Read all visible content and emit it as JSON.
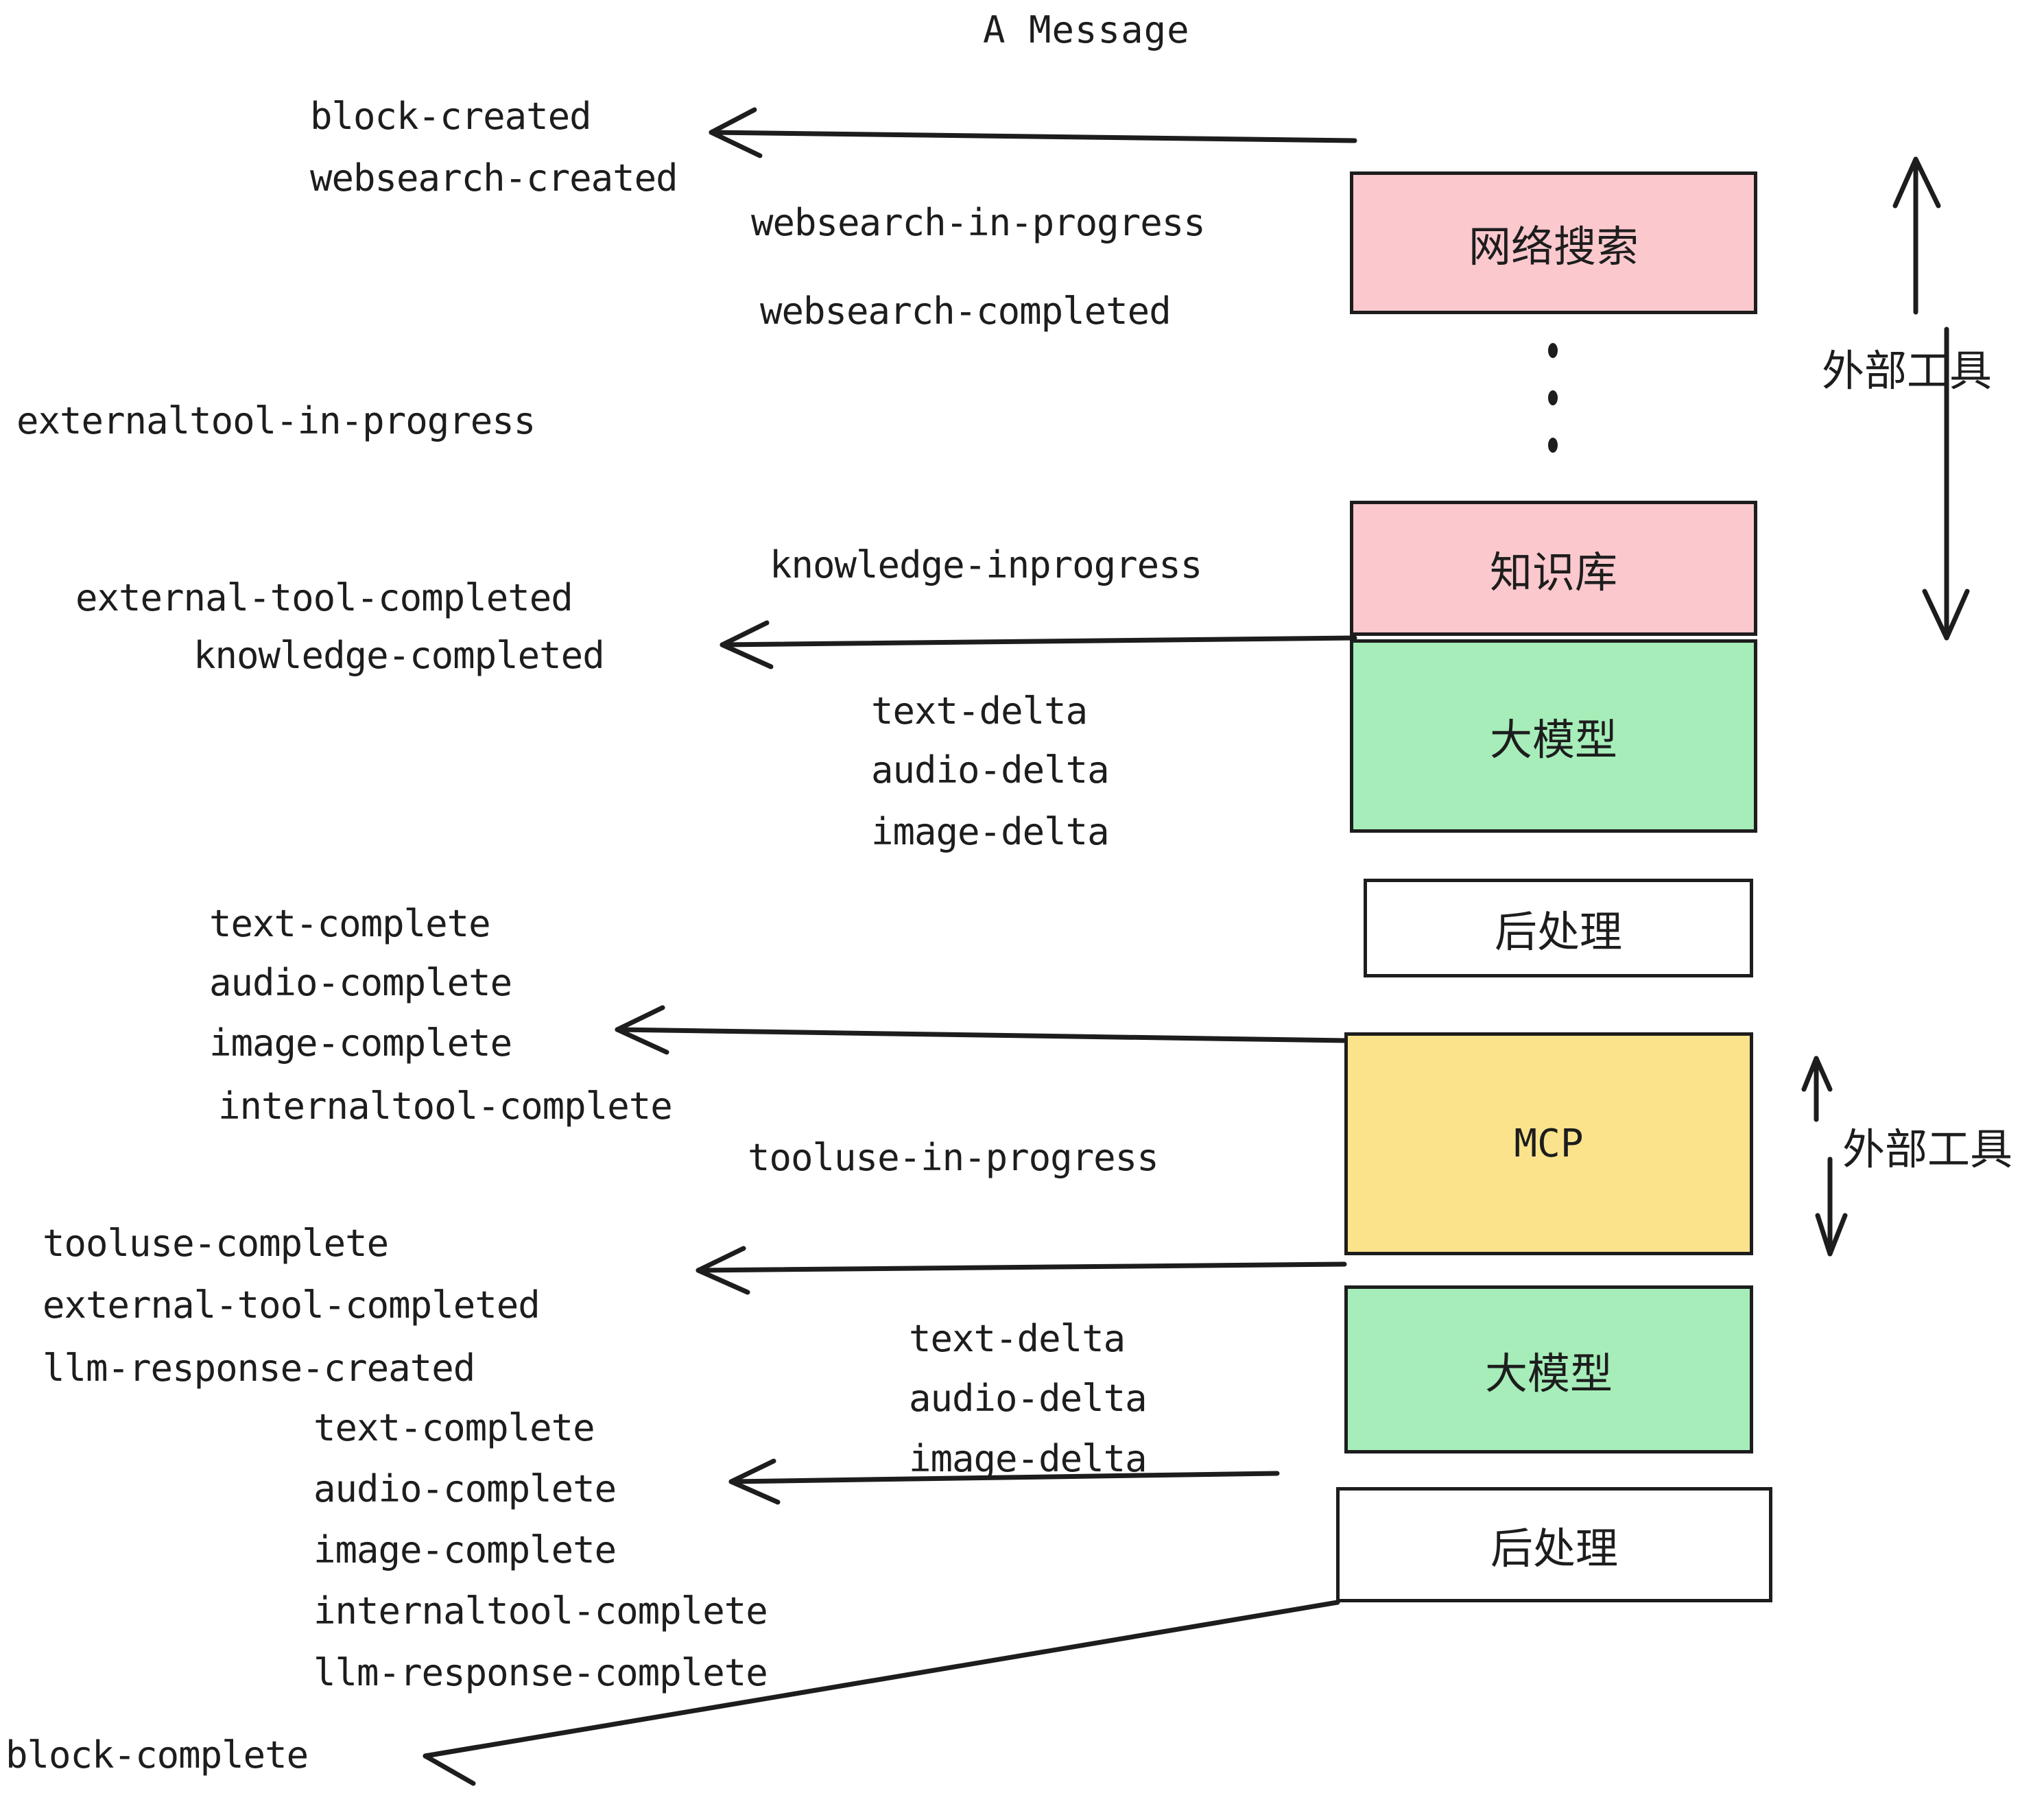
{
  "diagram": {
    "title": "A Message",
    "side_annotations": [
      {
        "label": "外部工具"
      },
      {
        "label": "外部工具"
      }
    ],
    "boxes": [
      {
        "id": "websearch",
        "label": "网络搜索",
        "color": "#fac8cd",
        "border": "#1d1d1d"
      },
      {
        "id": "knowledge",
        "label": "知识库",
        "color": "#fac8cd",
        "border": "#1d1d1d"
      },
      {
        "id": "llm-1",
        "label": "大模型",
        "color": "#a6edb9",
        "border": "#1d1d1d"
      },
      {
        "id": "postproc-1",
        "label": "后处理",
        "color": "#ffffff",
        "border": "#1d1d1d"
      },
      {
        "id": "mcp",
        "label": "MCP",
        "color": "#fbe38b",
        "border": "#1d1d1d"
      },
      {
        "id": "llm-2",
        "label": "大模型",
        "color": "#a6edb9",
        "border": "#1d1d1d"
      },
      {
        "id": "postproc-2",
        "label": "后处理",
        "color": "#ffffff",
        "border": "#1d1d1d"
      }
    ],
    "events": [
      {
        "id": "e01",
        "text": "block-created"
      },
      {
        "id": "e02",
        "text": "websearch-created"
      },
      {
        "id": "e03",
        "text": "websearch-in-progress"
      },
      {
        "id": "e04",
        "text": "websearch-completed"
      },
      {
        "id": "e05",
        "text": "externaltool-in-progress"
      },
      {
        "id": "e06",
        "text": "knowledge-inprogress"
      },
      {
        "id": "e07",
        "text": "external-tool-completed"
      },
      {
        "id": "e08",
        "text": "knowledge-completed"
      },
      {
        "id": "e09",
        "text": "text-delta"
      },
      {
        "id": "e10",
        "text": "audio-delta"
      },
      {
        "id": "e11",
        "text": "image-delta"
      },
      {
        "id": "e12",
        "text": "text-complete"
      },
      {
        "id": "e13",
        "text": "audio-complete"
      },
      {
        "id": "e14",
        "text": "image-complete"
      },
      {
        "id": "e15",
        "text": "internaltool-complete"
      },
      {
        "id": "e16",
        "text": "tooluse-in-progress"
      },
      {
        "id": "e17",
        "text": "tooluse-complete"
      },
      {
        "id": "e18",
        "text": "external-tool-completed"
      },
      {
        "id": "e19",
        "text": "llm-response-created"
      },
      {
        "id": "e20",
        "text": "text-complete"
      },
      {
        "id": "e21",
        "text": "audio-complete"
      },
      {
        "id": "e22",
        "text": "image-complete"
      },
      {
        "id": "e23",
        "text": "internaltool-complete"
      },
      {
        "id": "e24",
        "text": "llm-response-complete"
      },
      {
        "id": "e25",
        "text": "text-delta"
      },
      {
        "id": "e26",
        "text": "audio-delta"
      },
      {
        "id": "e27",
        "text": "image-delta"
      },
      {
        "id": "e28",
        "text": "block-complete"
      }
    ]
  }
}
